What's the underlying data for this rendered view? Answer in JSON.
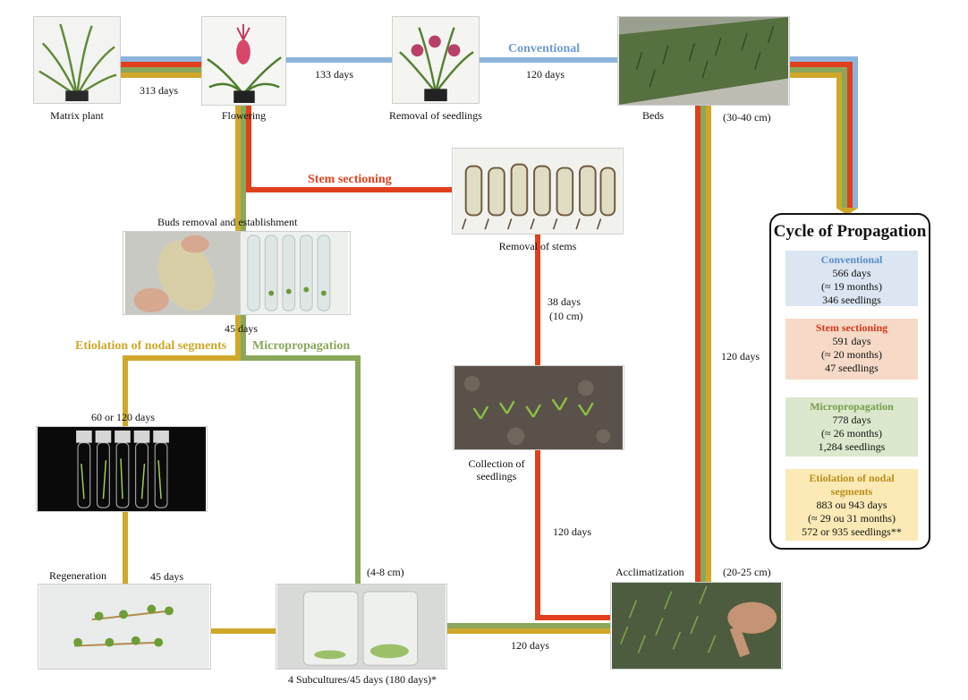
{
  "colors": {
    "conventional": "#8db4dc",
    "stem": "#e0401d",
    "micro": "#8aa75c",
    "etiolation": "#cfa82a",
    "box_conventional": "#dbe6f2",
    "box_stem": "#f6d9c7",
    "box_micro": "#dce8cd",
    "box_etiolation": "#fbeab6"
  },
  "labels": {
    "matrix": "Matrix plant",
    "flowering": "Flowering",
    "removal_seedlings": "Removal of seedlings",
    "beds": "Beds",
    "beds_size": "(30-40 cm)",
    "buds": "Buds removal and establishment",
    "removal_stems": "Removal of stems",
    "collection": "Collection of seedlings",
    "regeneration": "Regeneration",
    "acclimatization": "Acclimatization",
    "acclim_size": "(20-25 cm)",
    "subcultures": "4 Subcultures/45 days (180 days)*",
    "size_4_8": "(4-8 cm)"
  },
  "durations": {
    "d313": "313 days",
    "d133": "133 days",
    "d120_top": "120 days",
    "d45_buds": "45 days",
    "d60_120": "60 or 120 days",
    "d45_regen": "45 days",
    "d38": "38 days",
    "d38_size": "(10 cm)",
    "d120_right": "120 days",
    "d120_stem": "120 days",
    "d120_bottom": "120 days"
  },
  "methods": {
    "conventional": "Conventional",
    "stem": "Stem sectioning",
    "micro": "Micropropagation",
    "etiolation": "Etiolation of nodal segments"
  },
  "icons": [
    "matrix-plant-photo",
    "flowering-pineapple-photo",
    "seedlings-photo",
    "beds-photo",
    "buds-photo",
    "stems-photo",
    "collection-photo",
    "vials-photo",
    "regeneration-photo",
    "jars-photo",
    "acclimatization-photo"
  ],
  "legend": {
    "title": "Cycle of Propagation",
    "conventional": {
      "name": "Conventional",
      "l1": "566 days",
      "l2": "(≈ 19 months)",
      "l3": "346 seedlings"
    },
    "stem": {
      "name": "Stem sectioning",
      "l1": "591 days",
      "l2": "(≈ 20 months)",
      "l3": "47 seedlings"
    },
    "micro": {
      "name": "Micropropagation",
      "l1": "778 days",
      "l2": "(≈ 26 months)",
      "l3": "1,284 seedlings"
    },
    "etiolation": {
      "name1": "Etiolation of nodal",
      "name2": "segments",
      "l1": "883 ou 943 days",
      "l2": "(≈ 29 ou 31 months)",
      "l3": "572 or 935 seedlings**"
    }
  }
}
